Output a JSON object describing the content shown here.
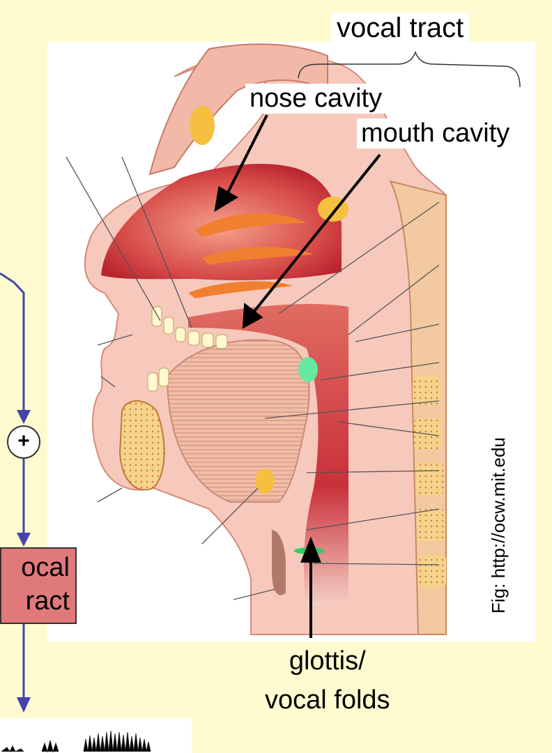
{
  "labels": {
    "vocal_tract": "vocal tract",
    "nose_cavity": "nose cavity",
    "mouth_cavity": "mouth cavity",
    "glottis_line1": "glottis/",
    "glottis_line2": "vocal folds",
    "credit": "Fig: http://ocw.mit.edu"
  },
  "block_diagram": {
    "adder_symbol": "+",
    "box_label_line1": "ocal",
    "box_label_line2": "ract"
  },
  "colors": {
    "background": "#fefbd0",
    "flow_arrow": "#4444aa",
    "box_fill": "#e07a7a",
    "tissue": "#f2b8a8",
    "cavity": "#c8323a",
    "bone": "#f5c88a",
    "fold_green": "#44dd88"
  }
}
